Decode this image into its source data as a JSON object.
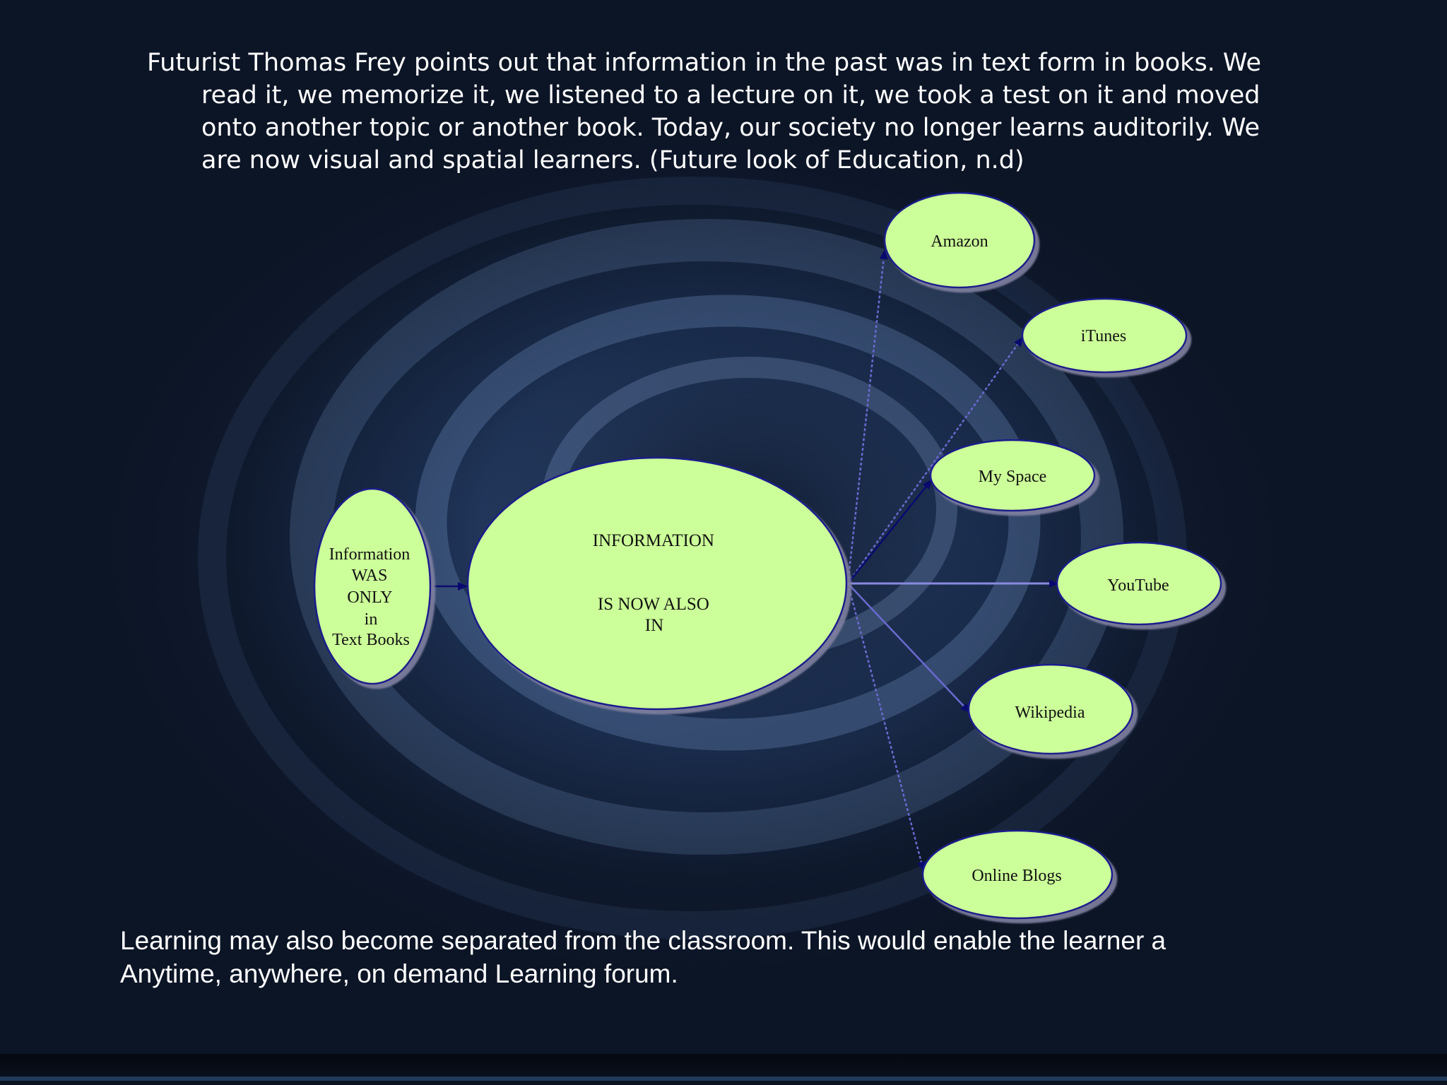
{
  "paragraph_top": {
    "lines": [
      "Futurist Thomas Frey points out that information in the past was in text form in books.   We",
      "read it, we memorize it, we listened to a lecture on it, we took a test on it and moved",
      "onto another topic or another book.    Today, our society no longer learns auditorily.   We",
      "are now visual and spatial learners.  (Future look of Education, n.d)"
    ]
  },
  "diagram": {
    "source_node": {
      "lines": [
        "Information",
        "WAS",
        "ONLY",
        "in",
        "Text Books"
      ]
    },
    "center_node": {
      "line1": "INFORMATION",
      "line2": "IS NOW ALSO",
      "line3": "IN"
    },
    "targets": [
      "Amazon",
      "iTunes",
      "My Space",
      "YouTube",
      "Wikipedia",
      "Online Blogs"
    ],
    "node_fill": "#ccff99",
    "node_stroke": "#1a1f8c",
    "arrow_color": "#0a0a6e"
  },
  "paragraph_bottom": {
    "lines": [
      "Learning may also become separated from the classroom.   This would enable the learner a",
      "Anytime, anywhere, on demand Learning forum."
    ]
  }
}
